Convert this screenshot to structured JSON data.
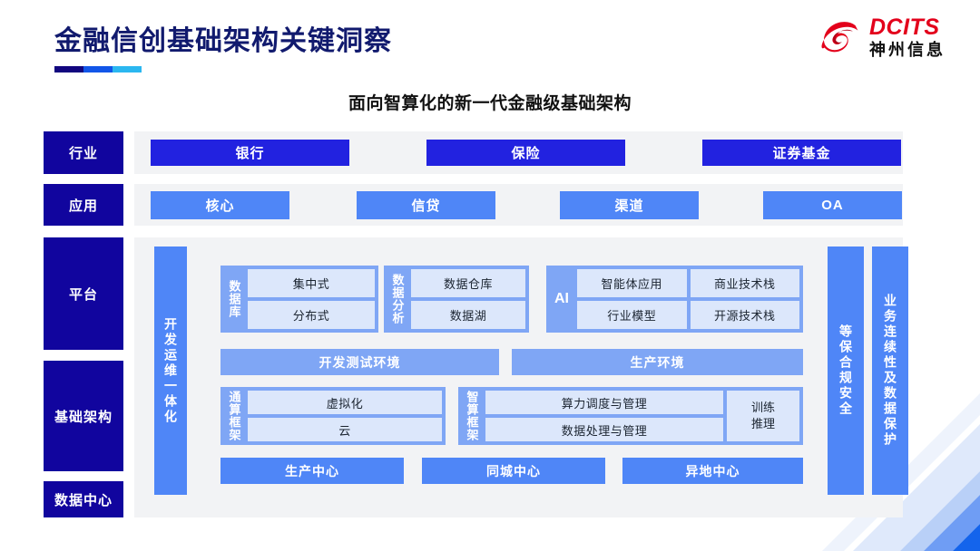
{
  "header": {
    "title": "金融信创基础架构关键洞察",
    "rule_colors": [
      "#12067f",
      "#1256e8",
      "#2bb7f0"
    ],
    "logo": {
      "en": "DCITS",
      "cn": "神州信息",
      "mark": "swirl-logo-icon",
      "color": "#e3001b"
    }
  },
  "subtitle": "面向智算化的新一代金融级基础架构",
  "colors": {
    "navy": "#11059e",
    "panel": "#f2f3f5",
    "industry_chip": "#2222e0",
    "app_chip": "#4f86f7",
    "group_bg": "#7fa6f5",
    "cell_bg": "#dce7fb",
    "env_bar": "#7fa6f5",
    "center_bar": "#4f86f7"
  },
  "layers": [
    {
      "key": "industry",
      "label": "行业"
    },
    {
      "key": "application",
      "label": "应用"
    },
    {
      "key": "platform",
      "label": "平台"
    },
    {
      "key": "infrastructure",
      "label": "基础架构"
    },
    {
      "key": "datacenter",
      "label": "数据中心"
    }
  ],
  "industry_items": [
    "银行",
    "保险",
    "证券基金"
  ],
  "application_items": [
    "核心",
    "信贷",
    "渠道",
    "OA"
  ],
  "rails": {
    "devops": "开发运维一体化",
    "compliance": "等保合规安全",
    "continuity": "业务连续性及数据保护"
  },
  "groups": {
    "database": {
      "label": "数据库",
      "cells": [
        "集中式",
        "分布式"
      ]
    },
    "analytics": {
      "label": "数据分析",
      "cells": [
        "数据仓库",
        "数据湖"
      ]
    },
    "ai": {
      "label": "AI",
      "cells": [
        "智能体应用",
        "商业技术栈",
        "行业模型",
        "开源技术栈"
      ]
    },
    "general_compute": {
      "label": "通算框架",
      "cells": [
        "虚拟化",
        "云"
      ]
    },
    "intelligent_compute": {
      "label": "智算框架",
      "cells": [
        "算力调度与管理",
        "数据处理与管理"
      ],
      "side": [
        "训练",
        "推理"
      ]
    }
  },
  "environments": [
    "开发测试环境",
    "生产环境"
  ],
  "centers": [
    "生产中心",
    "同城中心",
    "异地中心"
  ]
}
